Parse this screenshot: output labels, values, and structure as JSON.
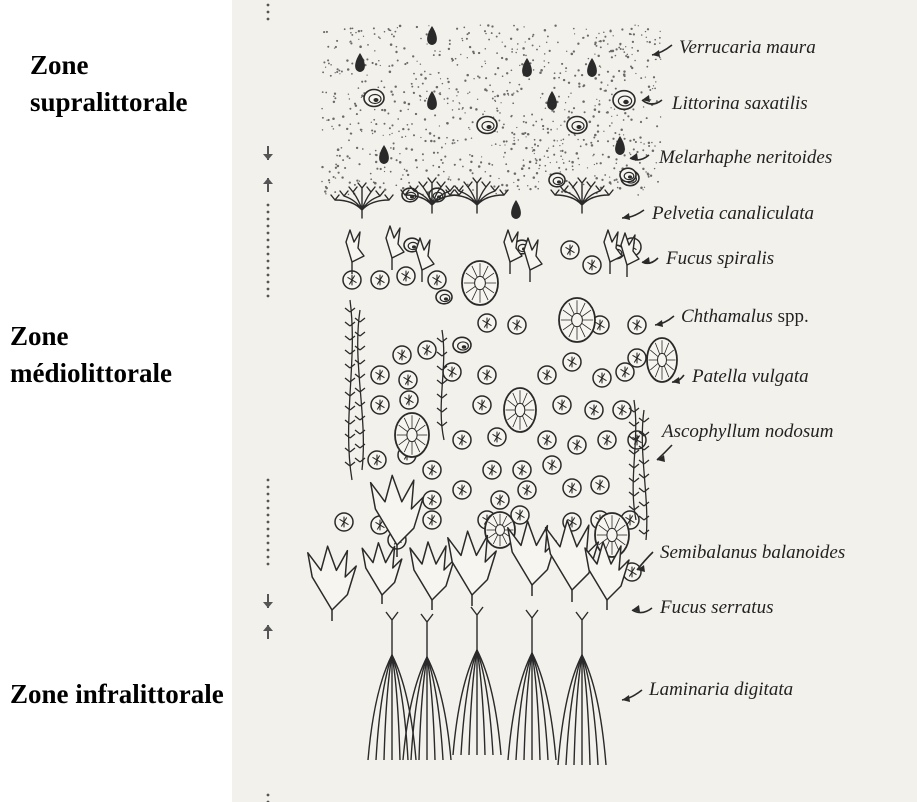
{
  "zones": {
    "supralittoral": {
      "line1": "Zone",
      "line2": "supralittorale"
    },
    "mediolittoral": {
      "line1": "Zone",
      "line2": "médiolittorale"
    },
    "infralittoral": {
      "line1": "Zone infralittorale"
    }
  },
  "species": [
    {
      "id": "verrucaria-maura",
      "name": "Verrucaria maura",
      "suffix": ""
    },
    {
      "id": "littorina-saxatilis",
      "name": "Littorina saxatilis",
      "suffix": ""
    },
    {
      "id": "melarhaphe-neritoides",
      "name": "Melarhaphe neritoides",
      "suffix": ""
    },
    {
      "id": "pelvetia-canaliculata",
      "name": "Pelvetia canaliculata",
      "suffix": ""
    },
    {
      "id": "fucus-spiralis",
      "name": "Fucus spiralis",
      "suffix": ""
    },
    {
      "id": "chthamalus-spp",
      "name": "Chthamalus",
      "suffix": " spp."
    },
    {
      "id": "patella-vulgata",
      "name": "Patella vulgata",
      "suffix": ""
    },
    {
      "id": "ascophyllum-nodosum",
      "name": "Ascophyllum nodosum",
      "suffix": ""
    },
    {
      "id": "semibalanus-balanoides",
      "name": "Semibalanus balanoides",
      "suffix": ""
    },
    {
      "id": "fucus-serratus",
      "name": "Fucus serratus",
      "suffix": ""
    },
    {
      "id": "laminaria-digitata",
      "name": "Laminaria digitata",
      "suffix": ""
    }
  ],
  "colors": {
    "ink": "#2a2a2a",
    "paper": "#f3f1ec",
    "label": "#000000"
  }
}
